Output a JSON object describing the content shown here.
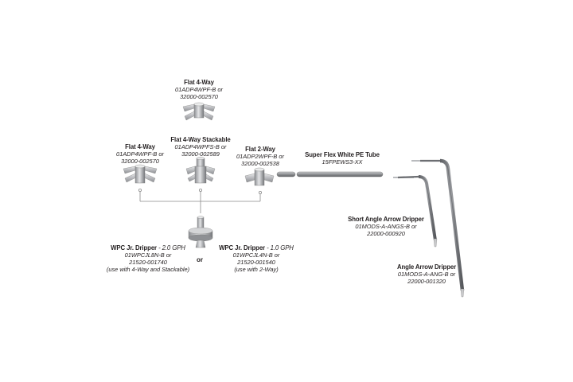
{
  "parts": {
    "flat_4way_top": {
      "title": "Flat 4-Way",
      "part1": "01ADP4WPF-B or",
      "part2": "32000-002570"
    },
    "flat_4way_left": {
      "title": "Flat 4-Way",
      "part1": "01ADP4WPF-B or",
      "part2": "32000-002570"
    },
    "flat_4way_stackable": {
      "title": "Flat 4-Way Stackable",
      "part1": "01ADP4WPFS-B or",
      "part2": "32000-002589"
    },
    "flat_2way": {
      "title": "Flat 2-Way",
      "part1": "01ADP2WPF-B or",
      "part2": "32000-002538"
    },
    "pe_tube": {
      "title": "Super Flex White PE Tube",
      "part1": "15FPEWS3-XX"
    },
    "wpc_dripper_2gph": {
      "title": "WPC Jr. Dripper",
      "spec": " - 2.0 GPH",
      "part1": "01WPCJL8N-B or",
      "part2": "21520-001740",
      "note": "(use with 4-Way and Stackable)"
    },
    "wpc_dripper_1gph": {
      "title": "WPC Jr. Dripper",
      "spec": " - 1.0 GPH",
      "part1": "01WPCJL4N-B or",
      "part2": "21520-001540",
      "note": "(use with 2-Way)"
    },
    "short_angle_arrow_dripper": {
      "title": "Short Angle Arrow Dripper",
      "part1": "01MODS-A-ANGS-B or",
      "part2": "22000-000920"
    },
    "angle_arrow_dripper": {
      "title": "Angle Arrow Dripper",
      "part1": "01MODS-A-ANG-B or",
      "part2": "22000-001320"
    }
  },
  "connector_word": "or",
  "colors": {
    "metal_dark": "#7a7c80",
    "metal_light": "#d8d9db",
    "line": "#8a8a8a",
    "text": "#231f20"
  }
}
